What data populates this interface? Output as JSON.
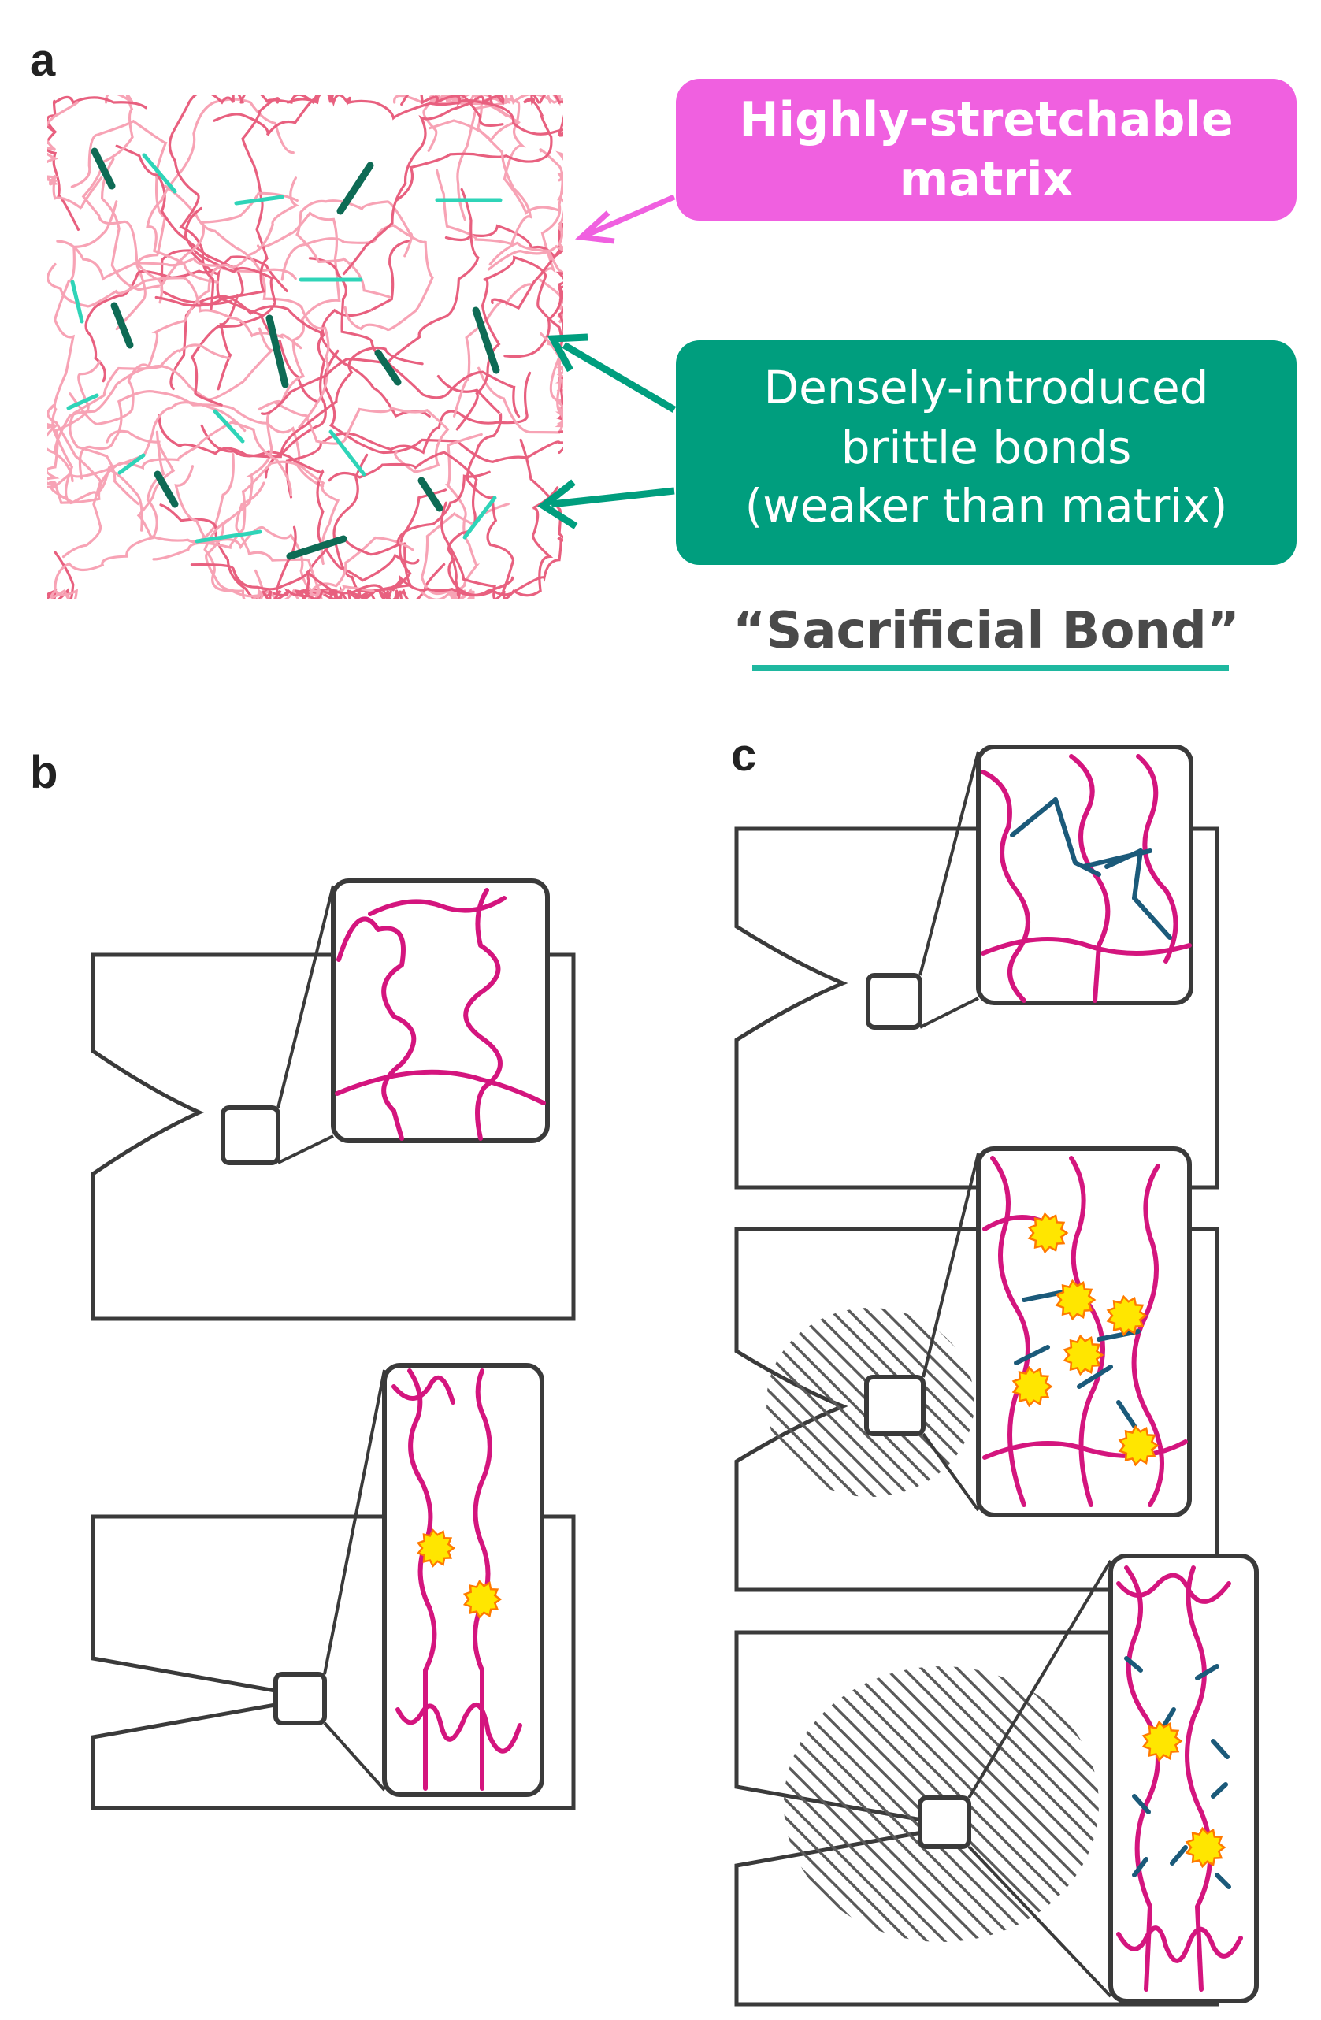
{
  "panels": {
    "a": "a",
    "b": "b",
    "c": "c"
  },
  "callouts": {
    "matrix": {
      "line1": "Highly-stretchable",
      "line2": "matrix",
      "color": "#f060e0"
    },
    "brittle": {
      "line1": "Densely-introduced",
      "line2": "brittle bonds",
      "line3": "(weaker than matrix)",
      "color": "#009e7e"
    }
  },
  "sacrificial_label": "“Sacrificial Bond”",
  "colors": {
    "matrix_light": "#f7a3b5",
    "matrix_mid": "#e8607f",
    "chain": "#d4157e",
    "bond_dark": "#0e6b55",
    "bond_light": "#2fd4b8",
    "crosslink": "#1b5a7a",
    "outline": "#3a3a3a",
    "break_fill": "#ffe600",
    "break_edge": "#ff7a00",
    "hatch": "#555555",
    "underline": "#1fb8a0"
  }
}
